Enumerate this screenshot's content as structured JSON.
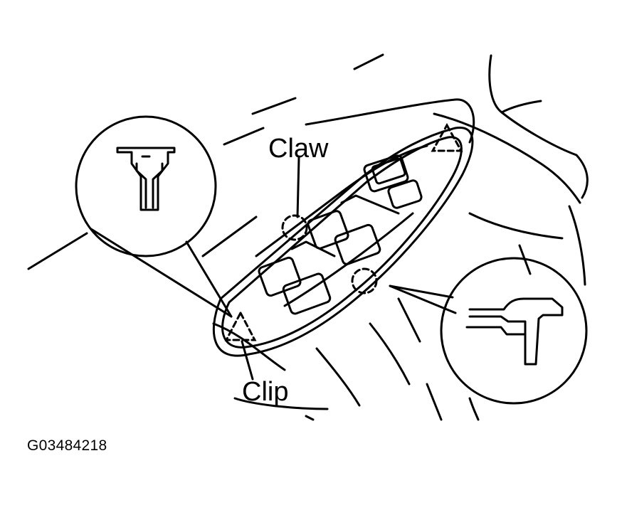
{
  "labels": {
    "claw": "Claw",
    "clip": "Clip",
    "figure_code": "G03484218"
  },
  "colors": {
    "ink": "#000000",
    "paper": "#ffffff"
  }
}
